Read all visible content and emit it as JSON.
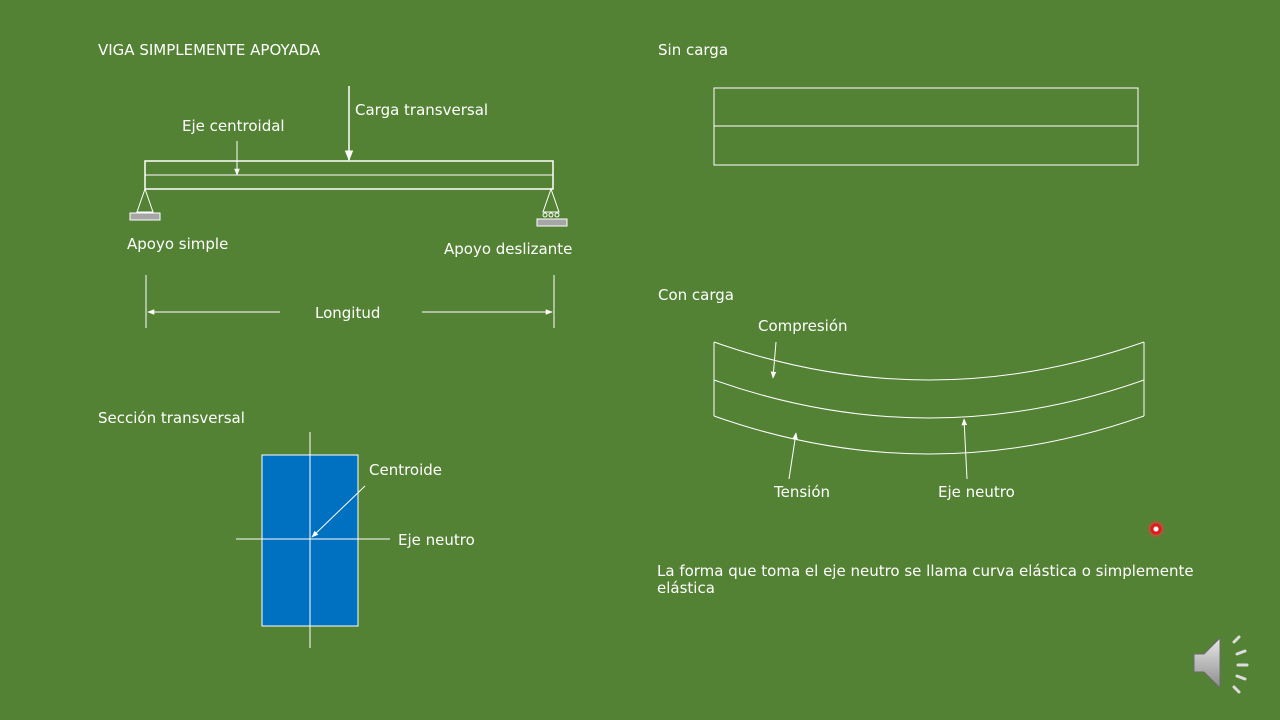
{
  "colors": {
    "background": "#548235",
    "lines": "#ffffff",
    "section_fill": "#0070C0",
    "support_fill": "#a6a6a6"
  },
  "left": {
    "title": "VIGA SIMPLEMENTE APOYADA",
    "load_label": "Carga transversal",
    "centroid_axis_label": "Eje centroidal",
    "simple_support_label": "Apoyo simple",
    "sliding_support_label": "Apoyo deslizante",
    "length_label": "Longitud"
  },
  "section": {
    "title": "Sección transversal",
    "centroid_label": "Centroide",
    "neutral_axis_label": "Eje neutro"
  },
  "right": {
    "unloaded_title": "Sin carga",
    "loaded_title": "Con carga",
    "compression_label": "Compresión",
    "tension_label": "Tensión",
    "neutral_axis_label": "Eje neutro",
    "note": "La forma que toma el eje neutro se llama curva elástica o simplemente elástica"
  },
  "icons": {
    "pointer": "laser-pointer-icon",
    "audio": "speaker-icon"
  }
}
